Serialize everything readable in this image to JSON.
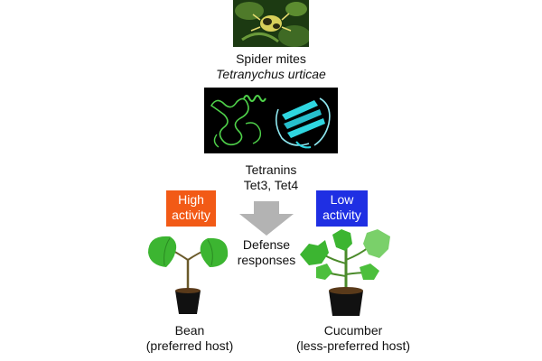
{
  "organism": {
    "common_name": "Spider mites",
    "scientific_name": "Tetranychus urticae"
  },
  "protein": {
    "line1": "Tetranins",
    "line2": "Tet3, Tet4"
  },
  "hosts": {
    "bean": {
      "activity_line1": "High",
      "activity_line2": "activity",
      "activity_color": "#f25a16",
      "name": "Bean",
      "description": "(preferred host)"
    },
    "cucumber": {
      "activity_line1": "Low",
      "activity_line2": "activity",
      "activity_color": "#1f2fe3",
      "name": "Cucumber",
      "description": "(less-preferred host)"
    }
  },
  "response": {
    "line1": "Defense",
    "line2": "responses"
  },
  "colors": {
    "arrow": "#b3b3b3",
    "protein_structure_1": "#4fd24a",
    "protein_structure_2": "#2fd6e0",
    "leaf_green": "#3cb531"
  }
}
